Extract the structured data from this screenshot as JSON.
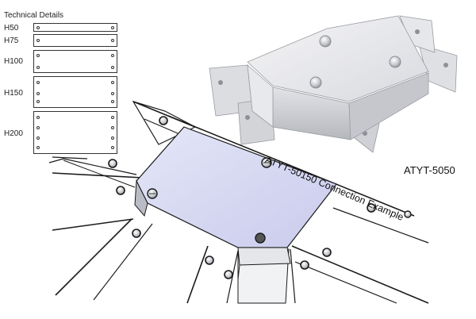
{
  "technical_details": {
    "title": "Technical Details",
    "sizes": [
      "H50",
      "H75",
      "H100",
      "H150",
      "H200"
    ]
  },
  "product_code": "ATYT-5050",
  "example_caption": "ATYT-50150 Connection Example",
  "colors": {
    "cover_plate": "#d4d6f2",
    "tray_light": "#ecedef",
    "tray_mid": "#d6d8dc",
    "tray_dark": "#9ea1a7",
    "outline": "#1a1a1a",
    "screw_head": "#6a6d72"
  }
}
